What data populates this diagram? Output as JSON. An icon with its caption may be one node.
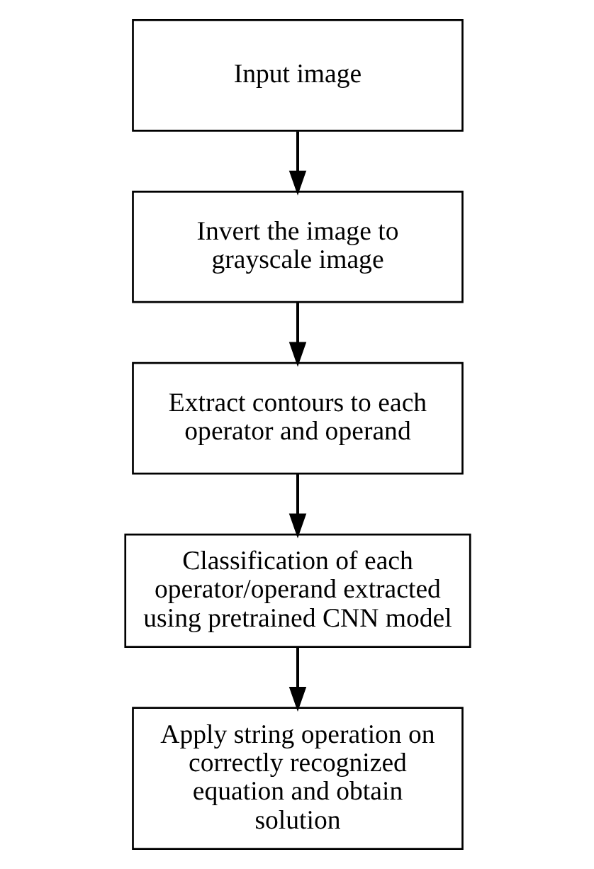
{
  "diagram": {
    "nodes": [
      {
        "text": [
          "Input image"
        ]
      },
      {
        "text": [
          "Invert the image to grayscale image"
        ]
      },
      {
        "text": [
          "Extract contours to each operator and operand"
        ]
      },
      {
        "text": [
          "Classification of each operator/operand extracted using pretrained CNN model"
        ]
      },
      {
        "text": [
          "Apply string operation on correctly recognized equation and obtain solution"
        ]
      }
    ],
    "edges": [
      {
        "from": 0,
        "to": 1,
        "arrow": "to"
      },
      {
        "from": 1,
        "to": 2,
        "arrow": "to"
      },
      {
        "from": 2,
        "to": 3,
        "arrow": "to"
      },
      {
        "from": 3,
        "to": 4,
        "arrow": "to"
      }
    ]
  }
}
